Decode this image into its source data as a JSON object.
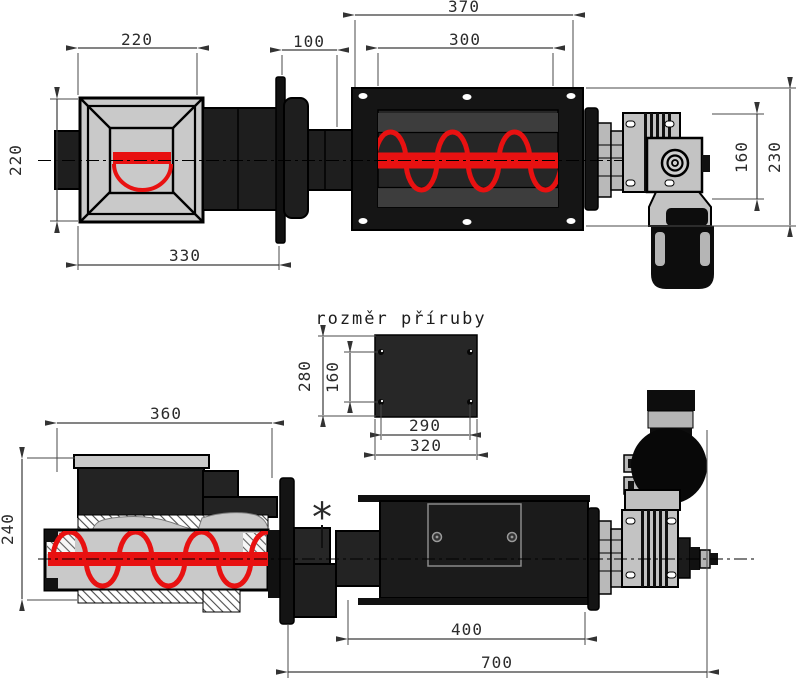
{
  "drawing": {
    "flange_detail_title": "rozměr příruby",
    "note_marker": "*",
    "colors": {
      "screw_red": "#e81111",
      "body_dark": "#1b1b1b",
      "hopper_gray": "#c9c9c9",
      "metal_gray": "#c3c3c3"
    },
    "dimensions_mm": {
      "top_view": {
        "hopper_width": "220",
        "hopper_height": "220",
        "flange_offset": "100",
        "casing_length": "370",
        "opening_length": "300",
        "hopper_base_length": "330",
        "gearbox_height": "160",
        "overall_height": "230"
      },
      "flange_detail": {
        "flange_height": "280",
        "hole_spacing_vertical": "160",
        "hole_spacing_horizontal": "290",
        "flange_width": "320"
      },
      "bottom_view": {
        "intake_length": "360",
        "intake_height": "240",
        "trough_length": "400",
        "overall_length": "700"
      }
    }
  }
}
